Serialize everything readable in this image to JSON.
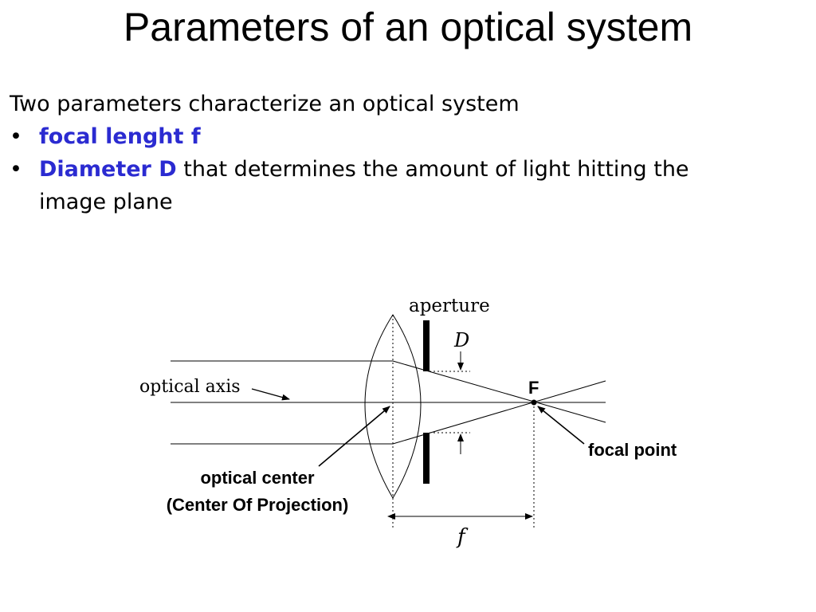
{
  "title": "Parameters of an optical system",
  "intro": "Two parameters characterize an optical system",
  "bullets": [
    {
      "marker": "•",
      "highlight": "focal lenght f",
      "rest": ""
    },
    {
      "marker": "•",
      "highlight": "Diameter D",
      "rest": " that determines the amount of light hitting the",
      "continuation": "image plane"
    }
  ],
  "diagram": {
    "aperture_label": "aperture",
    "diameter_label": "D",
    "optical_axis_label": "optical axis",
    "focal_label": "F",
    "focal_point_label": "focal point",
    "optical_center_label": "optical center",
    "center_projection_label": "(Center Of Projection)",
    "focal_length_label": "f"
  },
  "colors": {
    "highlight": "#2b2bd1",
    "text": "#000000"
  }
}
